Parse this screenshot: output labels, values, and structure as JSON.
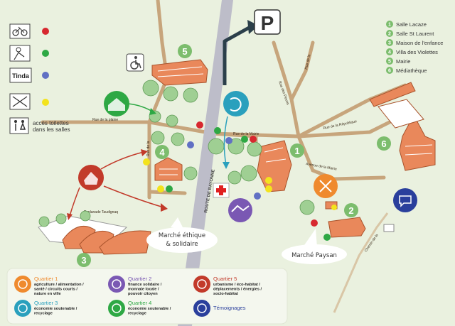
{
  "top_legend": {
    "items": [
      {
        "icon": "bicycle-icon",
        "dot_color": "#d7282f"
      },
      {
        "icon": "gardener-icon",
        "dot_color": "#2ea844"
      },
      {
        "icon": "tinda-logo-icon",
        "label": "Tinda",
        "dot_color": "#6170c4"
      },
      {
        "icon": "recycle-furniture-icon",
        "dot_color": "#f3e31d"
      }
    ],
    "toilets_line1": "accès toilettes",
    "toilets_line2": "dans les salles"
  },
  "places_legend": [
    {
      "num": "1",
      "name": "Salle Lacaze"
    },
    {
      "num": "2",
      "name": "Salle St Laurent"
    },
    {
      "num": "3",
      "name": "Maison de l'enfance"
    },
    {
      "num": "4",
      "name": "Villa des Violettes"
    },
    {
      "num": "5",
      "name": "Mairie"
    },
    {
      "num": "6",
      "name": "Médiathèque"
    }
  ],
  "parking_label": "P",
  "roads": {
    "main": "ROUTE DE BAYONNE",
    "plaine": "Rue de la plaine",
    "mairie": "Rue de la Mairie",
    "republique": "Rue de la République",
    "avenue_mairie": "Avenue de la Mairie",
    "bas_fleuris": "Rue des Fleuris",
    "rue_x": "Rue de la",
    "chemin": "Chemin de la",
    "esplanade": "Esplanade Taudignaq"
  },
  "callouts": {
    "marche_ethique_line1": "Marché éthique",
    "marche_ethique_line2": "& solidaire",
    "marche_paysan": "Marché Paysan"
  },
  "quartiers": [
    {
      "title": "Quartier 1",
      "desc": [
        "agriculture / alimentation /",
        "santé / circuits courts /",
        "nature en ville"
      ],
      "color": "#ef8a2e",
      "icon": "gardener-icon"
    },
    {
      "title": "Quartier 3",
      "desc": [
        "économie soutenable /",
        "recyclage"
      ],
      "color": "#2aa0bd",
      "icon": "recycle-icon"
    },
    {
      "title": "Quartier 2",
      "desc": [
        "finance solidaire /",
        "monnaie locale /",
        "pouvoir citoyen"
      ],
      "color": "#7a58b3",
      "icon": "handshake-icon"
    },
    {
      "title": "Quartier 4",
      "desc": [
        "économie soutenable /",
        "recyclage"
      ],
      "color": "#2ea844",
      "icon": "house-hand-icon"
    },
    {
      "title": "Quartier 5",
      "desc": [
        "urbanisme / éco-habitat /",
        "déplacements / énergies /",
        "socio-habitat"
      ],
      "color": "#c23a2a",
      "icon": "house-icon"
    },
    {
      "title": "Témoignages",
      "desc": [],
      "color": "#2a3f9c",
      "icon": "speech-bubble-icon"
    }
  ],
  "colors": {
    "background": "#eaf1df",
    "road": "#c7a57c",
    "main_road": "#bdbdc9",
    "building": "#e9885b",
    "tree": "#9fcf93",
    "number_badge": "#7cbd6d"
  }
}
